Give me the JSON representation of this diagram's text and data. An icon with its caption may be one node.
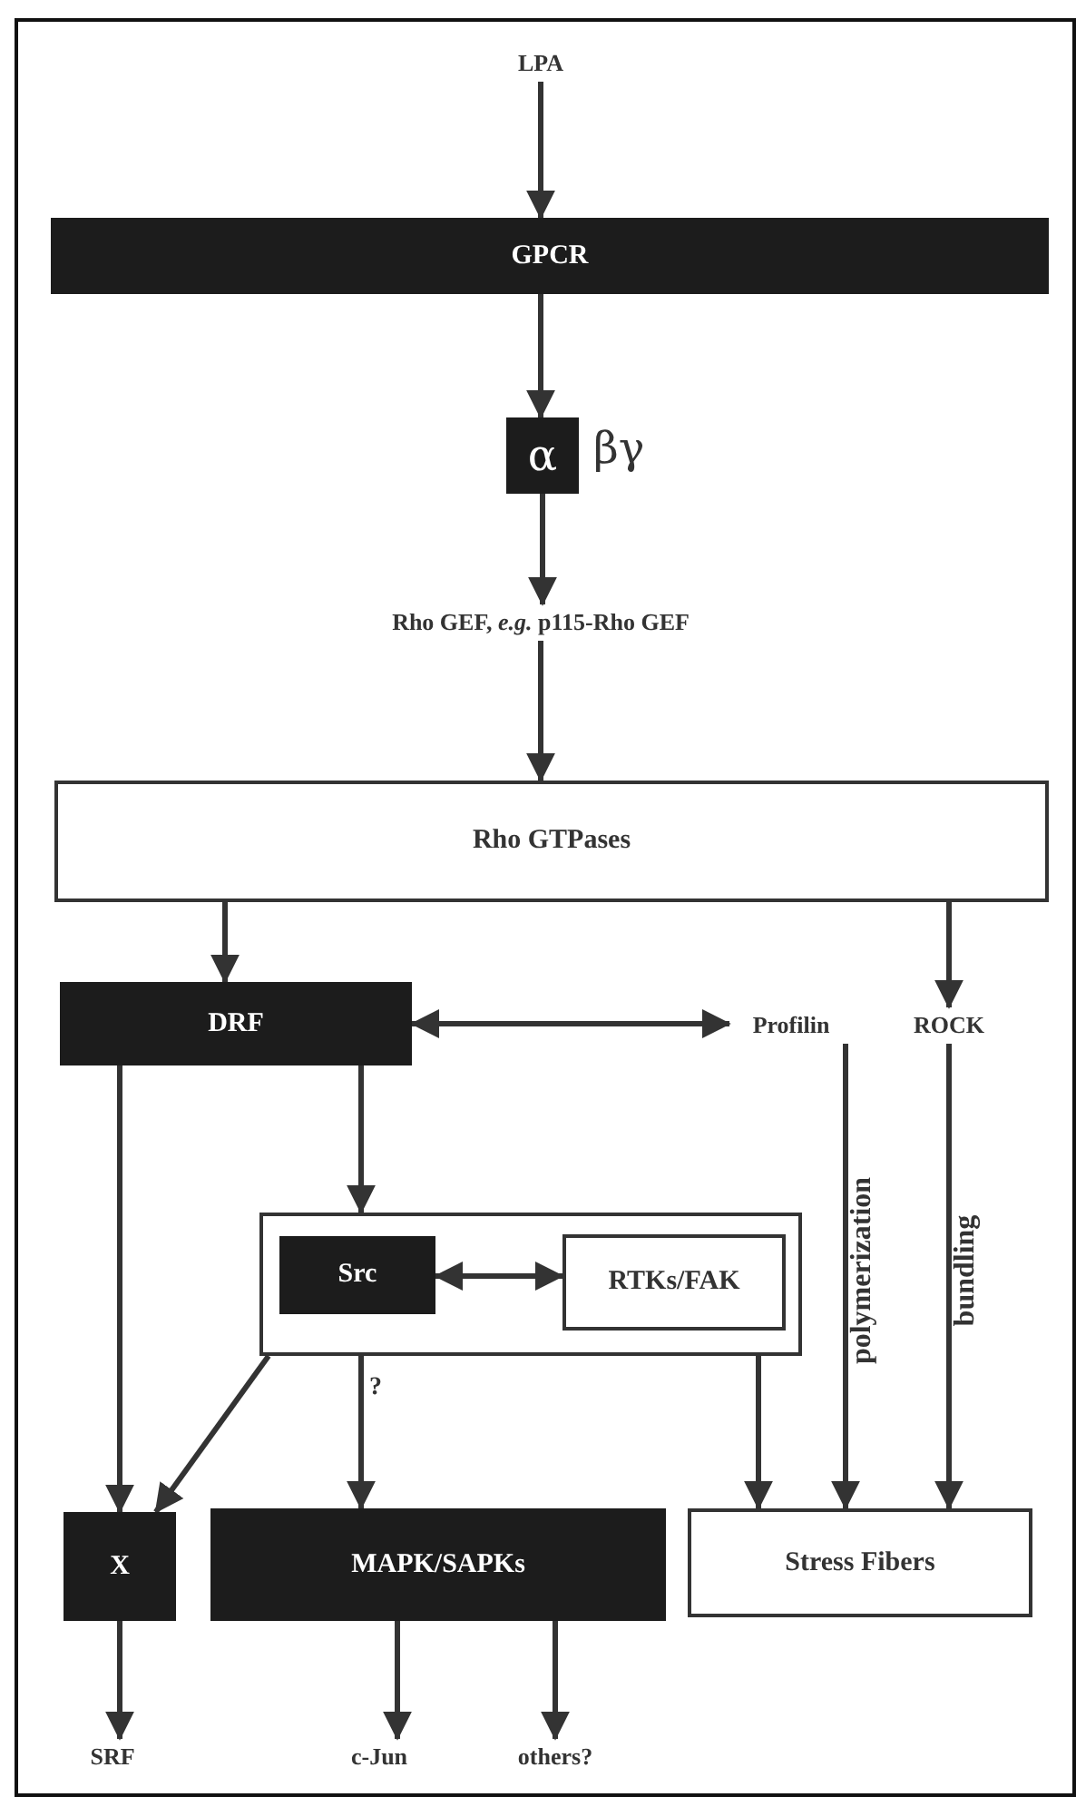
{
  "diagram": {
    "nodes": [
      {
        "text": [
          "LPA"
        ]
      },
      {
        "text": [
          "GPCR"
        ]
      },
      {
        "text": [
          "α"
        ],
        "beside": [
          "βγ"
        ]
      },
      {
        "text": [
          "Rho GEF, *e.g.* p115-Rho GEF"
        ]
      },
      {
        "text": [
          "Rho GTPases"
        ]
      },
      {
        "text": [
          "DRF"
        ]
      },
      {
        "text": [
          "Profilin"
        ]
      },
      {
        "text": [
          "ROCK"
        ]
      },
      {
        "text": [],
        "shape": "box"
      },
      {
        "text": [
          "Src"
        ],
        "in": 8
      },
      {
        "text": [
          "RTKs/FAK"
        ],
        "in": 8
      },
      {
        "text": [
          "X"
        ]
      },
      {
        "text": [
          "MAPK/SAPKs"
        ]
      },
      {
        "text": [
          "Stress Fibers"
        ]
      },
      {
        "text": [
          "SRF"
        ]
      },
      {
        "text": [
          "c-Jun"
        ]
      },
      {
        "text": [
          "others?"
        ]
      }
    ],
    "edges": [
      {
        "from": 0,
        "to": 1,
        "arrow": "to"
      },
      {
        "from": 1,
        "to": 2,
        "arrow": "to"
      },
      {
        "from": 2,
        "to": 3,
        "arrow": "to"
      },
      {
        "from": 3,
        "to": 4,
        "arrow": "to"
      },
      {
        "from": 4,
        "to": 5,
        "arrow": "to"
      },
      {
        "from": 4,
        "to": 7,
        "arrow": "to"
      },
      {
        "from": 5,
        "to": 6,
        "arrow": "both"
      },
      {
        "from": 5,
        "to": 11,
        "arrow": "to"
      },
      {
        "from": 5,
        "to": 8,
        "arrow": "to"
      },
      {
        "from": 9,
        "to": 10,
        "arrow": "both"
      },
      {
        "from": 8,
        "to": 11,
        "arrow": "to"
      },
      {
        "from": 8,
        "to": 12,
        "label": "?",
        "arrow": "to"
      },
      {
        "from": 8,
        "to": 13,
        "arrow": "to"
      },
      {
        "from": 6,
        "to": 13,
        "label": "polymerization",
        "arrow": "to"
      },
      {
        "from": 7,
        "to": 13,
        "label": "bundling",
        "arrow": "to"
      },
      {
        "from": 11,
        "to": 14,
        "arrow": "to"
      },
      {
        "from": 12,
        "to": 15,
        "arrow": "to"
      },
      {
        "from": 12,
        "to": 16,
        "arrow": "to"
      }
    ]
  }
}
